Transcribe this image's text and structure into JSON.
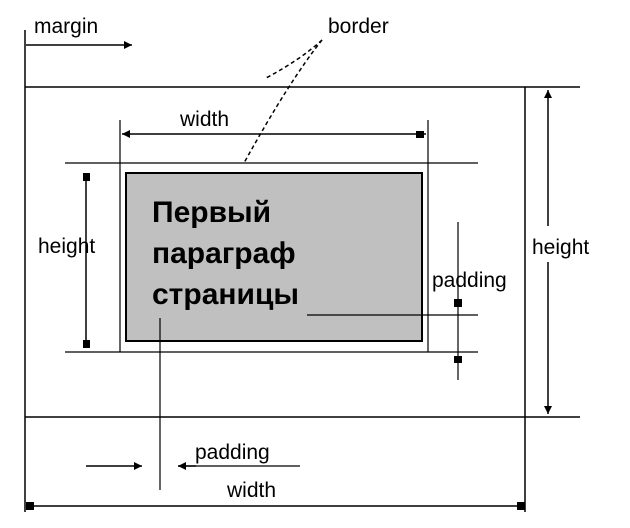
{
  "labels": {
    "margin": "margin",
    "border": "border",
    "width_inner": "width",
    "height_inner": "height",
    "height_outer": "height",
    "padding_right": "padding",
    "padding_bottom": "padding",
    "width_outer": "width"
  },
  "paragraph": {
    "line1": "Первый",
    "line2": "параграф",
    "line3": "страницы"
  },
  "colors": {
    "line": "#000000",
    "box_fill": "#c0c0c0",
    "background": "#ffffff"
  }
}
